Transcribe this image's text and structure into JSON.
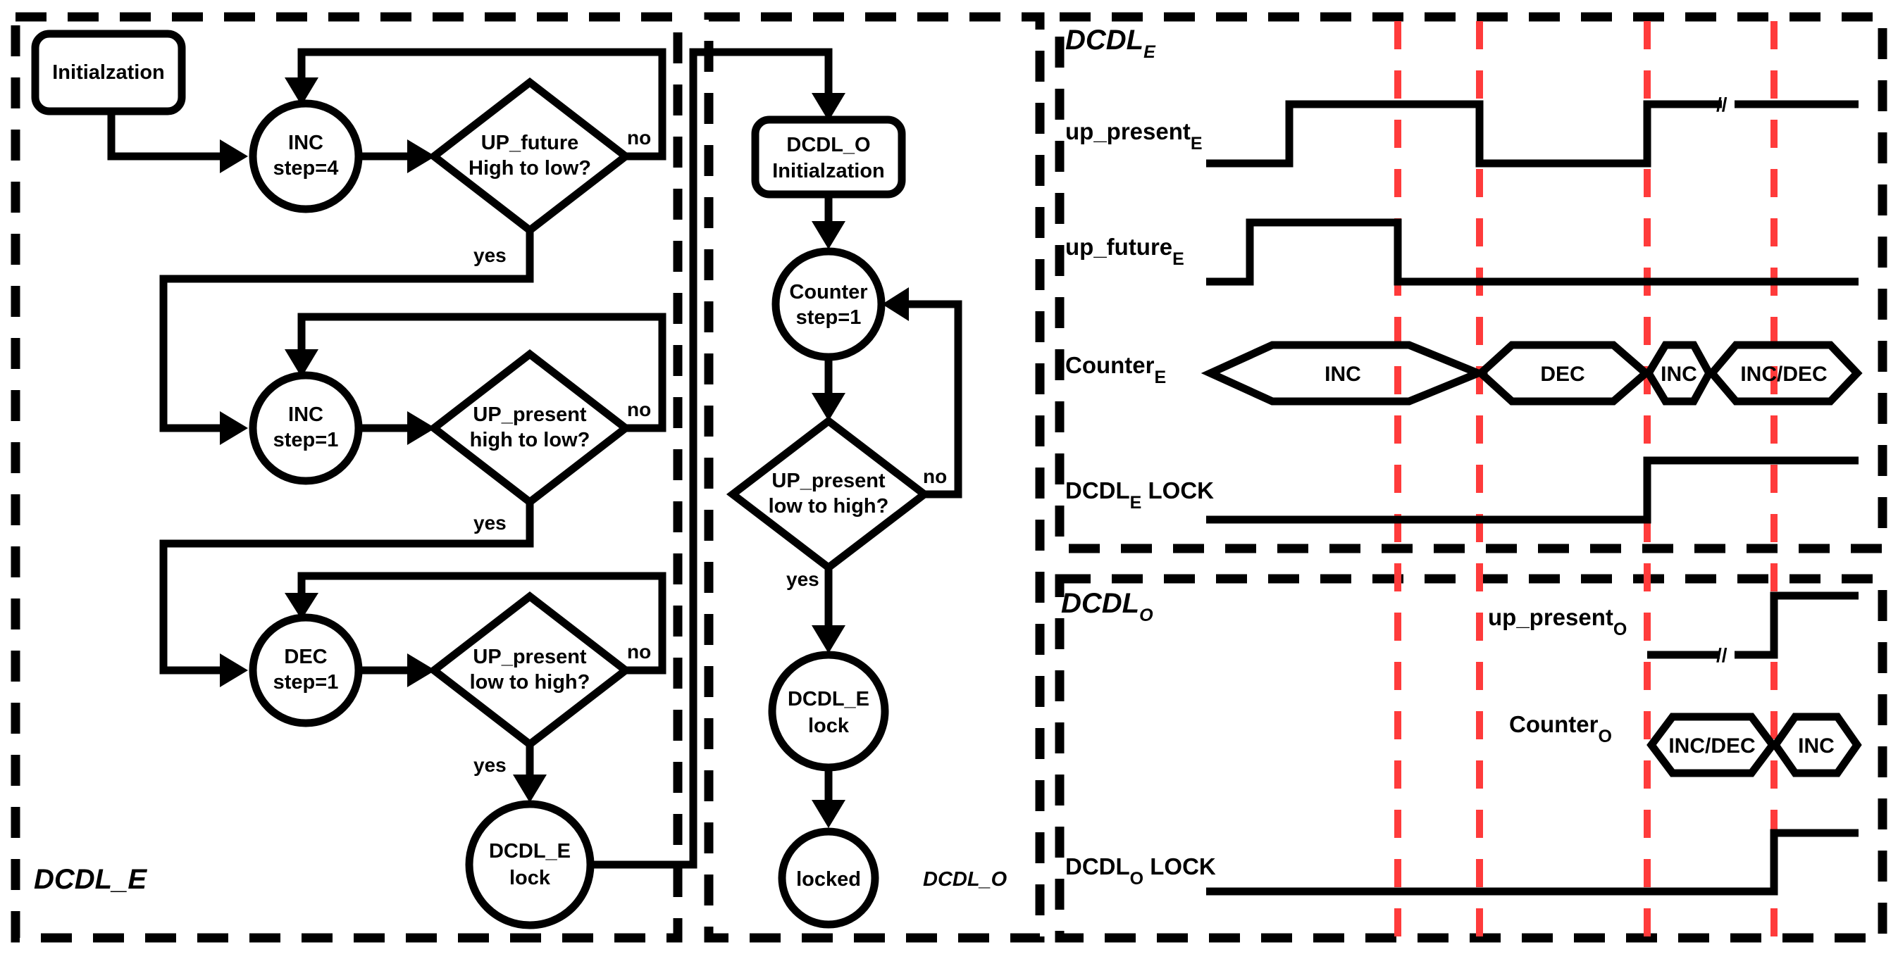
{
  "panels": {
    "dcdl_e_flow_title": "DCDL_E",
    "dcdl_o_flow_title": "DCDL_O"
  },
  "flow_e": {
    "init": "Initialzation",
    "inc4": [
      "INC",
      "step=4"
    ],
    "dec_future": [
      "UP_future",
      "High to low?"
    ],
    "inc1": [
      "INC",
      "step=1"
    ],
    "dec_present_hl": [
      "UP_present",
      "high to low?"
    ],
    "dec1": [
      "DEC",
      "step=1"
    ],
    "dec_present_lh": [
      "UP_present",
      "low to high?"
    ],
    "lock": [
      "DCDL_E",
      "lock"
    ],
    "yes": "yes",
    "no": "no"
  },
  "flow_o": {
    "init": [
      "DCDL_O",
      "Initialzation"
    ],
    "counter": [
      "Counter",
      "step=1"
    ],
    "decision": [
      "UP_present",
      "low to high?"
    ],
    "lock": [
      "DCDL_E",
      "lock"
    ],
    "locked": "locked",
    "yes": "yes",
    "no": "no"
  },
  "timing_e": {
    "title": "DCDL",
    "title_sub": "E",
    "up_present": {
      "label": "up_present",
      "sub": "E"
    },
    "up_future": {
      "label": "up_future",
      "sub": "E"
    },
    "counter": {
      "label": "Counter",
      "sub": "E",
      "states": [
        "INC",
        "DEC",
        "INC",
        "INC/DEC"
      ]
    },
    "lock": {
      "label": "DCDL",
      "sub": "E",
      "suffix": " LOCK"
    },
    "break_mark": "//"
  },
  "timing_o": {
    "title": "DCDL",
    "title_sub": "O",
    "up_present": {
      "label": "up_present",
      "sub": "O"
    },
    "counter": {
      "label": "Counter",
      "sub": "O",
      "states": [
        "INC/DEC",
        "INC"
      ]
    },
    "lock": {
      "label": "DCDL",
      "sub": "O",
      "suffix": " LOCK"
    },
    "break_mark": "//"
  },
  "colors": {
    "ink": "#000000",
    "event_marker": "#ff3b3b",
    "background": "#ffffff"
  }
}
